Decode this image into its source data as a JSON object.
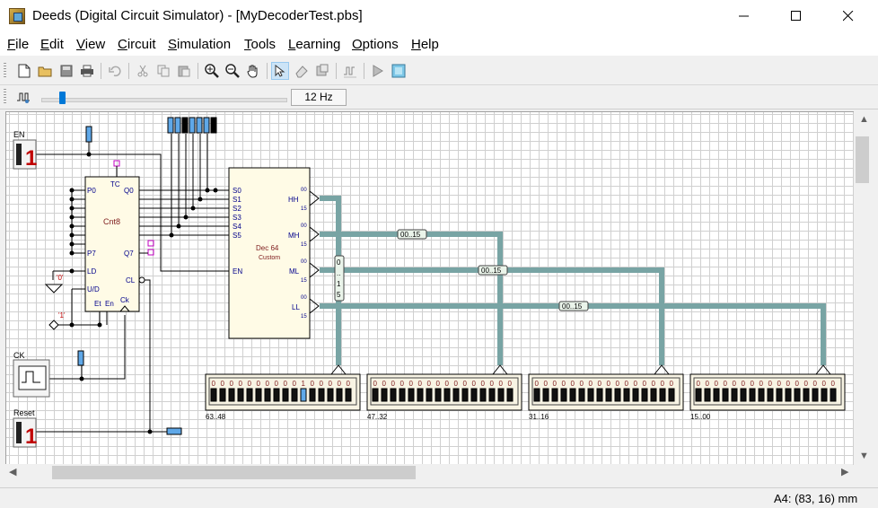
{
  "window": {
    "title": "Deeds (Digital Circuit Simulator) - [MyDecoderTest.pbs]"
  },
  "menu": [
    {
      "pre": "",
      "ul": "F",
      "post": "ile"
    },
    {
      "pre": "",
      "ul": "E",
      "post": "dit"
    },
    {
      "pre": "",
      "ul": "V",
      "post": "iew"
    },
    {
      "pre": "",
      "ul": "C",
      "post": "ircuit"
    },
    {
      "pre": "",
      "ul": "S",
      "post": "imulation"
    },
    {
      "pre": "",
      "ul": "T",
      "post": "ools"
    },
    {
      "pre": "",
      "ul": "L",
      "post": "earning"
    },
    {
      "pre": "",
      "ul": "O",
      "post": "ptions"
    },
    {
      "pre": "",
      "ul": "H",
      "post": "elp"
    }
  ],
  "toolbar": {
    "icons": [
      "new-file-icon",
      "open-folder-icon",
      "save-icon",
      "print-icon",
      "undo-icon",
      "cut-icon",
      "copy-icon",
      "paste-icon",
      "zoom-in-icon",
      "zoom-out-icon",
      "pan-hand-icon",
      "pointer-select-icon",
      "eraser-icon",
      "component-library-icon",
      "timing-diagram-icon",
      "run-icon",
      "simulation-window-icon"
    ]
  },
  "clock_bar": {
    "frequency": "12 Hz",
    "slider_position_fraction": 0.08
  },
  "circuit": {
    "en_label": "EN",
    "ck_label": "CK",
    "reset_label": "Reset",
    "switch_value": "1",
    "zero_const": "'0'",
    "one_const": "'1'",
    "counter": {
      "name": "Cnt8",
      "pins_left": [
        "P0",
        "P7",
        "LD",
        "U/D"
      ],
      "pins_top": "TC",
      "pins_right": [
        "Q0",
        "Q7",
        "CL"
      ],
      "pins_bottom": [
        "Et",
        "En",
        "Ck"
      ]
    },
    "decoder": {
      "name": "Dec 64",
      "subname": "Custom",
      "inputs": [
        "S0",
        "S1",
        "S2",
        "S3",
        "S4",
        "S5",
        "EN"
      ],
      "outputs": [
        "HH",
        "MH",
        "ML",
        "LL"
      ],
      "range_top": "00",
      "range_bottom": "15"
    },
    "bus_labels": [
      "00..15",
      "00..15",
      "00..15"
    ],
    "bus_vertical_label": [
      "0",
      "..",
      "1",
      "5"
    ],
    "displays": [
      {
        "label": "63..48",
        "values": "0000000000100000",
        "active_index": 10
      },
      {
        "label": "47..32",
        "values": "0000000000000000",
        "active_index": -1
      },
      {
        "label": "31..16",
        "values": "0000000000000000",
        "active_index": -1
      },
      {
        "label": "15..00",
        "values": "0000000000000000",
        "active_index": -1
      }
    ]
  },
  "status": {
    "position": "A4: (83, 16) mm"
  }
}
